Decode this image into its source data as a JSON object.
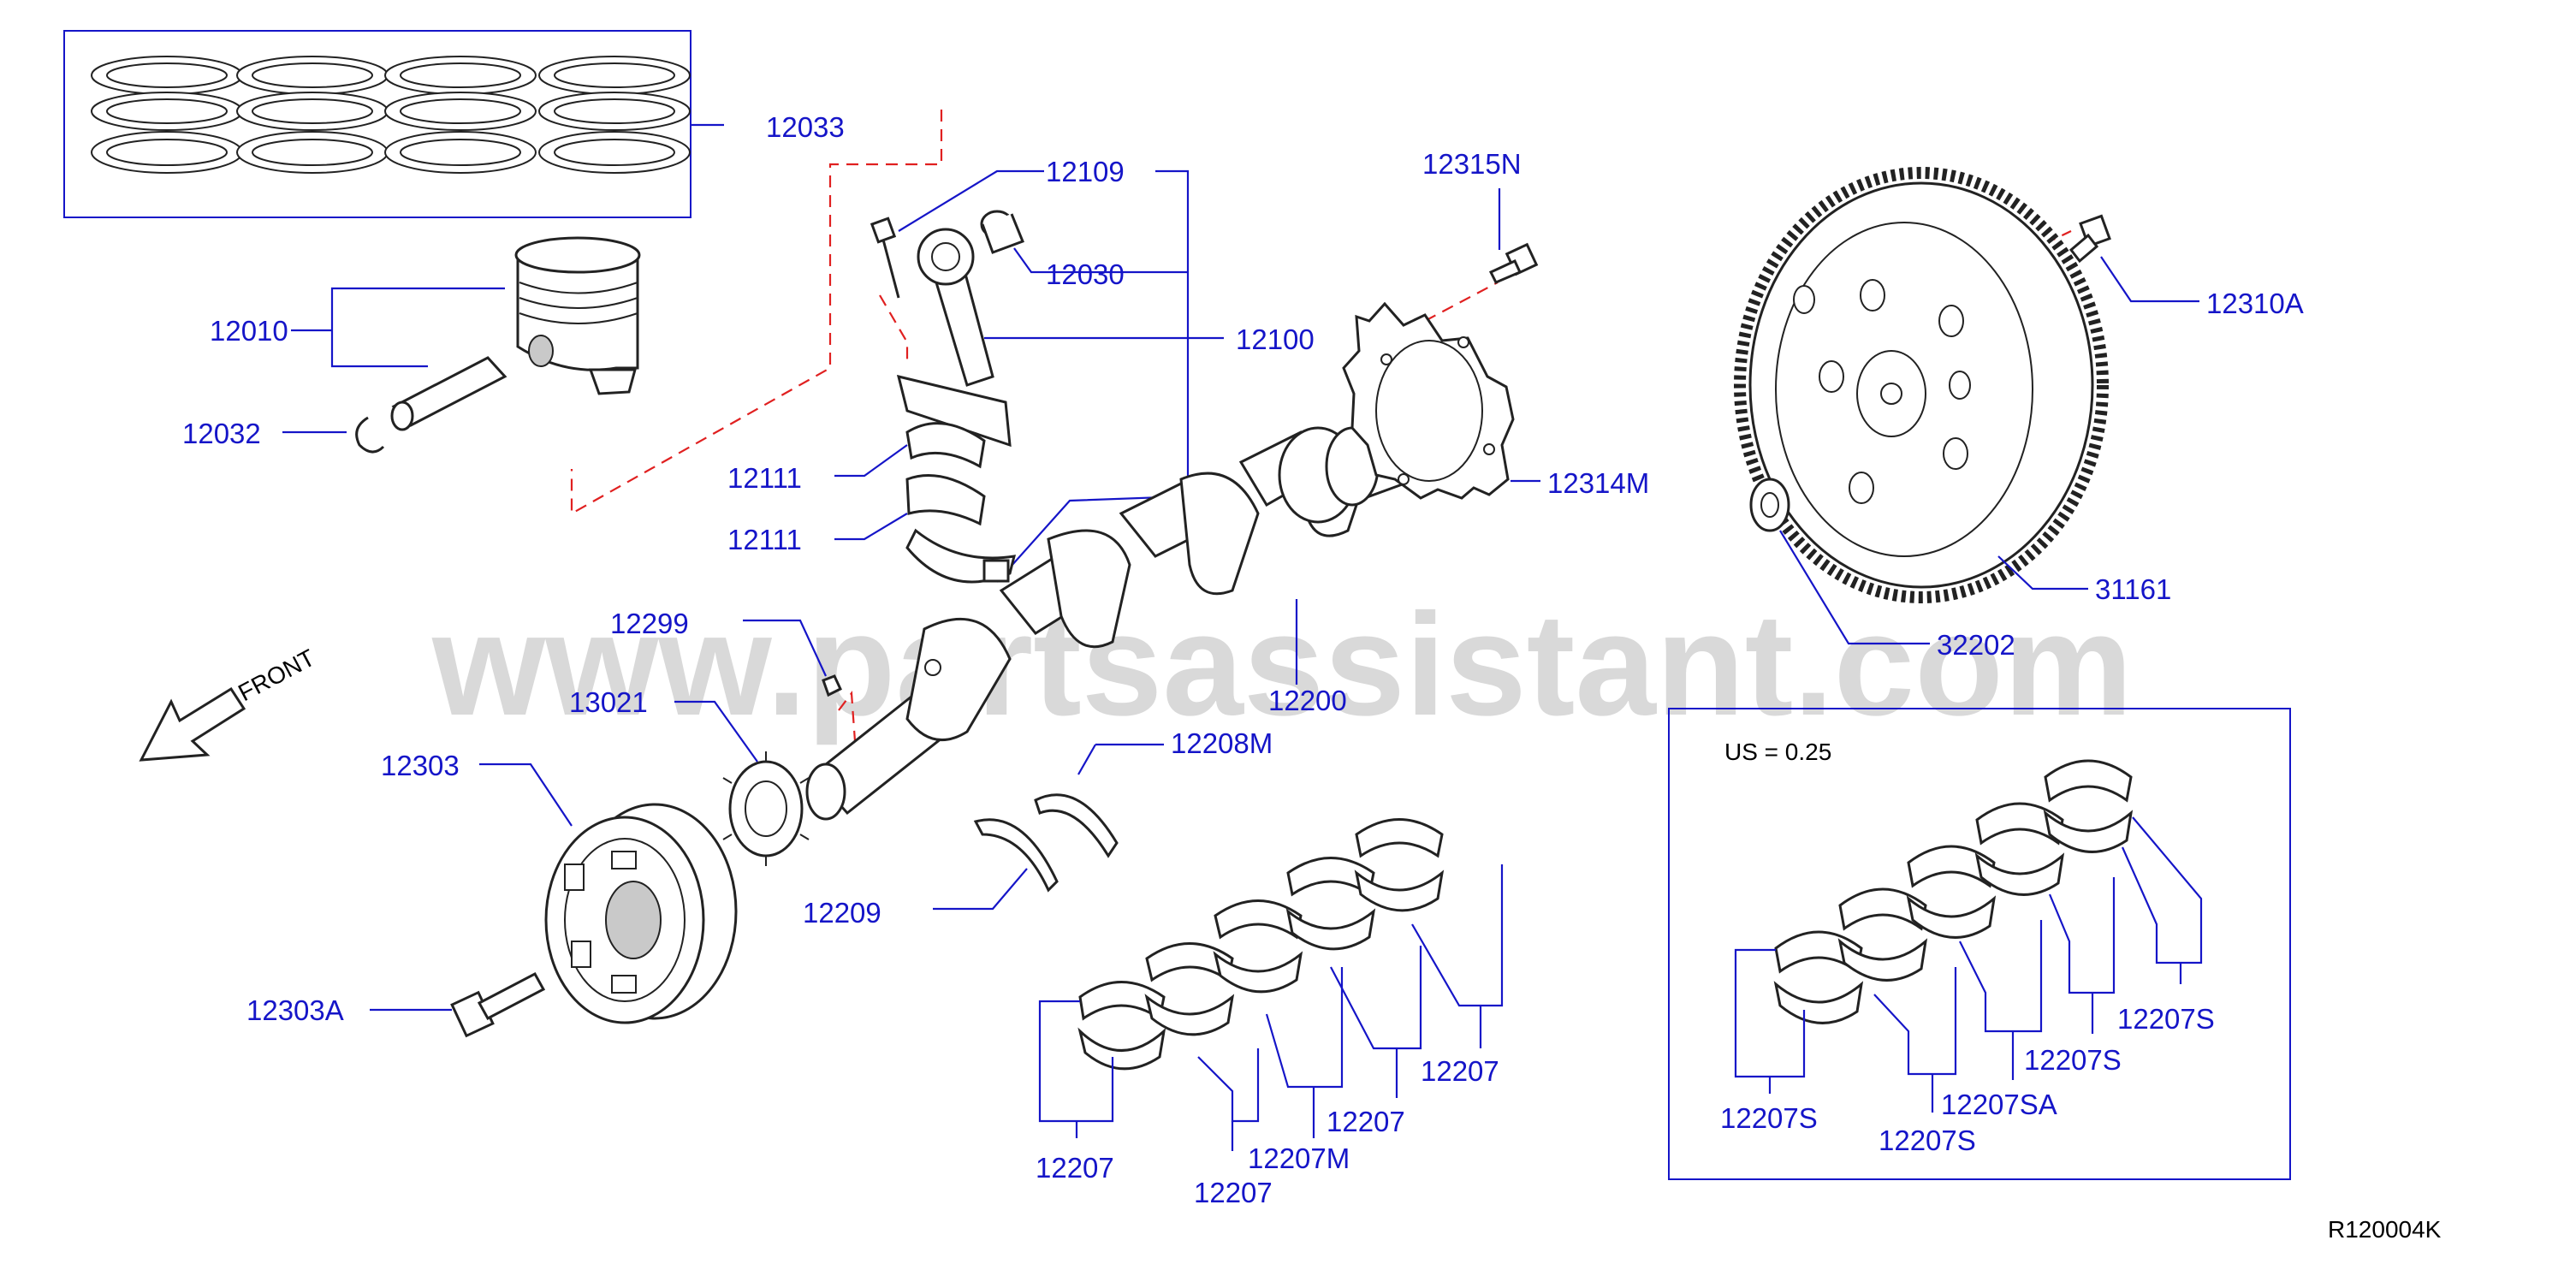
{
  "watermark": "www.partsassistant.com",
  "front_label": "FRONT",
  "undersize_note": "US   =   0.25",
  "diagram_code": "R120004K",
  "parts": {
    "p12033": "12033",
    "p12109": "12109",
    "p12030": "12030",
    "p12100": "12100",
    "p12010": "12010",
    "p12032": "12032",
    "p12111a": "12111",
    "p12111b": "12111",
    "p12315N": "12315N",
    "p12310A": "12310A",
    "p12314M": "12314M",
    "p31161": "31161",
    "p32202": "32202",
    "p12299": "12299",
    "p13021": "13021",
    "p12200": "12200",
    "p12208M": "12208M",
    "p12303": "12303",
    "p12209": "12209",
    "p12303A": "12303A",
    "p12207_a": "12207",
    "p12207_b": "12207",
    "p12207_c": "12207",
    "p12207_d": "12207",
    "p12207M": "12207M",
    "p12207S_a": "12207S",
    "p12207S_b": "12207S",
    "p12207S_c": "12207S",
    "p12207S_d": "12207S",
    "p12207SA": "12207SA"
  }
}
